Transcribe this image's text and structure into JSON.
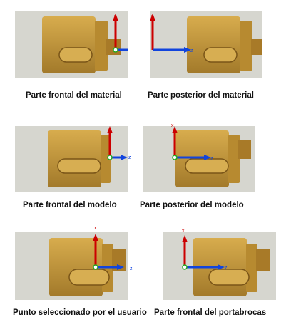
{
  "axis_labels": {
    "x": "x",
    "z": "z"
  },
  "panels": [
    {
      "caption": "Parte frontal del material"
    },
    {
      "caption": "Parte posterior del material"
    },
    {
      "caption": "Parte frontal del modelo"
    },
    {
      "caption": "Parte posterior del modelo"
    },
    {
      "caption": "Punto seleccionado por el usuario"
    },
    {
      "caption": "Parte frontal del portabrocas"
    }
  ],
  "colors": {
    "background": "#d6d6cf",
    "part_body": "#c79a3a",
    "part_shadow": "#8a6420",
    "x_axis": "#cc0000",
    "z_axis": "#1144dd",
    "origin": "#22aa22"
  }
}
